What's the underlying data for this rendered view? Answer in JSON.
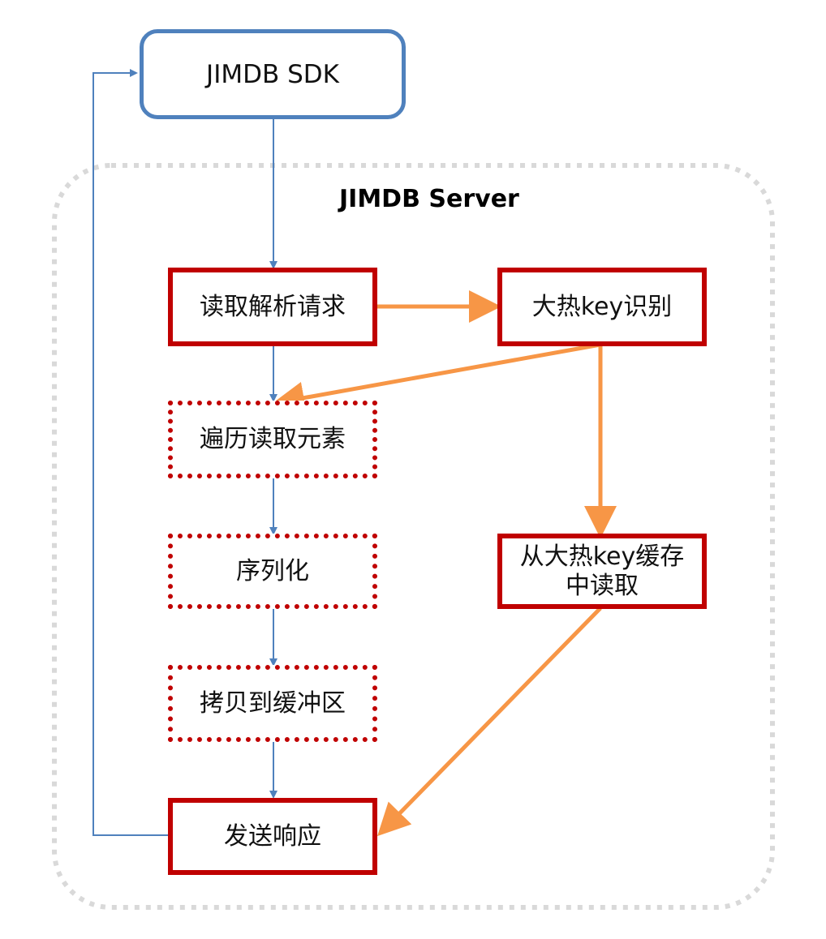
{
  "diagram": {
    "sdk": "JIMDB SDK",
    "server": "JIMDB Server",
    "nodes": {
      "parse": "读取解析请求",
      "hotkey_detect": "大热key识别",
      "iterate": "遍历读取元素",
      "serialize": "序列化",
      "copy": "拷贝到缓冲区",
      "send": "发送响应",
      "hotkey_cache_line1": "从大热key缓存",
      "hotkey_cache_line2": "中读取"
    },
    "colors": {
      "normal_flow": "#4f81bd",
      "hotkey_flow": "#f79646",
      "node_border": "#c00000",
      "server_border": "#d9d9d9"
    }
  }
}
